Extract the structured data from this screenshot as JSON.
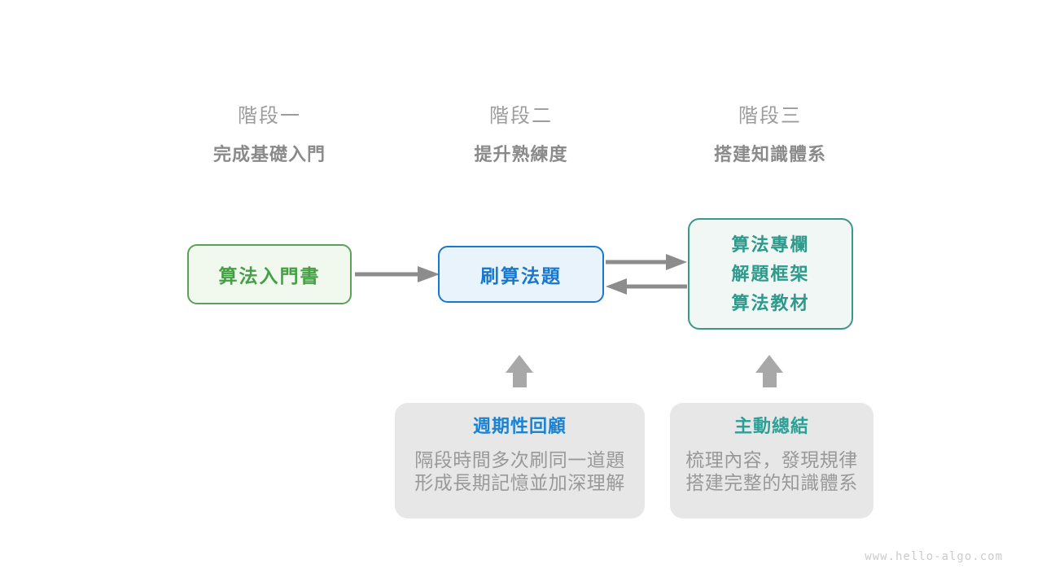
{
  "stages": [
    {
      "label": "階段一",
      "subtitle": "完成基礎入門"
    },
    {
      "label": "階段二",
      "subtitle": "提升熟練度"
    },
    {
      "label": "階段三",
      "subtitle": "搭建知識體系"
    }
  ],
  "nodes": {
    "intro_book": {
      "label": "算法入門書",
      "color": "#43a043",
      "border": "#5aa15a",
      "bg": "#f1f8ee"
    },
    "practice": {
      "label": "刷算法題",
      "color": "#1778d2",
      "border": "#1778d2",
      "bg": "#e9f3fc"
    },
    "advanced": {
      "lines": [
        "算法專欄",
        "解題框架",
        "算法教材"
      ],
      "color": "#2d9a8b",
      "border": "#3a988b",
      "bg": "#f0f7f5"
    }
  },
  "notes": [
    {
      "title": "週期性回顧",
      "title_color": "#1b82d2",
      "lines": [
        "隔段時間多次刷同一道題",
        "形成長期記憶並加深理解"
      ]
    },
    {
      "title": "主動總結",
      "title_color": "#2aa096",
      "lines": [
        "梳理內容，發現規律",
        "搭建完整的知識體系"
      ]
    }
  ],
  "arrows": {
    "flow_color": "#8c8c8c",
    "up_color": "#a8a8a8",
    "flow": [
      "intro-to-practice-right",
      "practice-to-advanced-right",
      "advanced-to-practice-left"
    ],
    "up": [
      "review-to-practice-up",
      "summary-to-advanced-up"
    ]
  },
  "watermark": "www.hello-algo.com",
  "colors": {
    "background": "#ffffff",
    "stage_label": "#9c9c9c",
    "stage_subtitle": "#8a8a8a",
    "note_bg": "#e7e7e7",
    "note_body": "#999999",
    "watermark": "#cbcbcb"
  }
}
